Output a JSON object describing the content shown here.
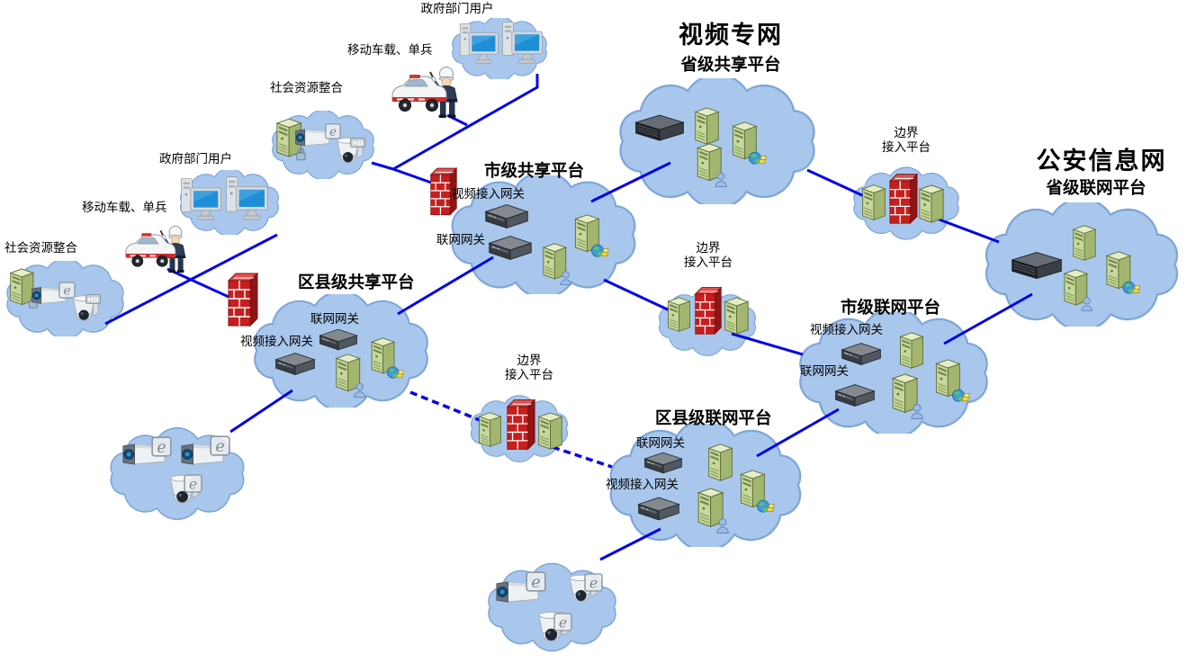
{
  "diagram": {
    "network_titles": {
      "video_private_network": "视频专网",
      "public_security_info_network": "公安信息网"
    },
    "platform_labels": {
      "provincial_sharing": "省级共享平台",
      "city_sharing": "市级共享平台",
      "county_sharing": "区县级共享平台",
      "provincial_networking": "省级联网平台",
      "city_networking": "市级联网平台",
      "county_networking": "区县级联网平台",
      "border_line1": "边界",
      "border_line2": "接入平台"
    },
    "device_labels": {
      "video_access_gateway": "视频接入网关",
      "networking_gateway": "联网网关"
    },
    "access_labels": {
      "government_users": "政府部门用户",
      "mobile_vehicle_individual": "移动车载、单兵",
      "social_resource_integration": "社会资源整合"
    },
    "badges": {
      "hd": "HD",
      "ie": "e"
    },
    "colors": {
      "cloud_fill": "#a9c7ec",
      "connection_line": "#0404e8",
      "firewall_red": "#c81e1e",
      "server_green": "#c7d89c",
      "gateway_gray": "#3a4046",
      "screen_blue": "#1f8ed6"
    }
  }
}
